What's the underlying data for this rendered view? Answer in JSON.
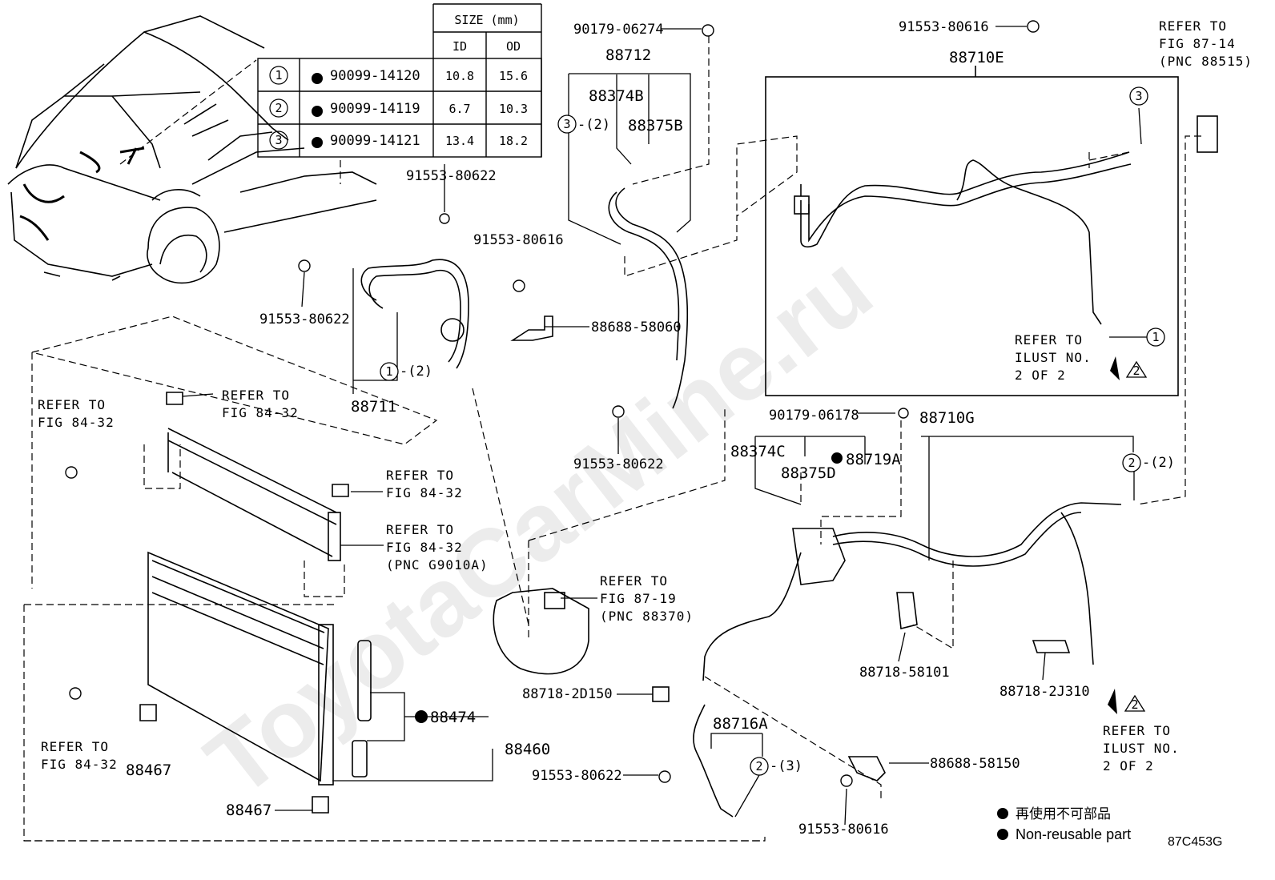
{
  "watermark": "ToyotaCarMine.ru",
  "size_table": {
    "header": "SIZE (mm)",
    "col_id": "ID",
    "col_od": "OD",
    "rows": [
      {
        "num": "1",
        "part": "90099-14120",
        "id": "10.8",
        "od": "15.6"
      },
      {
        "num": "2",
        "part": "90099-14119",
        "id": "6.7",
        "od": "10.3"
      },
      {
        "num": "3",
        "part": "90099-14121",
        "id": "13.4",
        "od": "18.2"
      }
    ]
  },
  "labels": {
    "p90179_06274": "90179-06274",
    "p88712": "88712",
    "p88374B": "88374B",
    "p88375B": "88375B",
    "c3_2": "-(2)",
    "p91553_80622_a": "91553-80622",
    "p91553_80622_b": "91553-80622",
    "p91553_80622_c": "91553-80622",
    "p91553_80622_d": "91553-80622",
    "p91553_80616_a": "91553-80616",
    "p91553_80616_b": "91553-80616",
    "p91553_80616_c": "91553-80616",
    "p88688_58060": "88688-58060",
    "p88711": "88711",
    "c1_2": "-(2)",
    "p88710E": "88710E",
    "p90179_06178": "90179-06178",
    "p88710G": "88710G",
    "p88374C": "88374C",
    "p88375D": "88375D",
    "p88719A": "88719A",
    "c2_2": "-(2)",
    "p88718_58101": "88718-58101",
    "p88718_2J310": "88718-2J310",
    "p88718_2D150": "88718-2D150",
    "p88716A": "88716A",
    "c2_3": "-(3)",
    "p88688_58150": "88688-58150",
    "p88474": "88474",
    "p88460": "88460",
    "p88467_a": "88467",
    "p88467_b": "88467",
    "num1": "1",
    "num2": "2",
    "num3": "3"
  },
  "refers": {
    "r_fig8714_1": "REFER TO",
    "r_fig8714_2": "FIG 87-14",
    "r_fig8714_3": "(PNC 88515)",
    "r_fig8432a_1": "REFER TO",
    "r_fig8432a_2": "FIG 84-32",
    "r_fig8432b_1": "REFER TO",
    "r_fig8432b_2": "FIG 84-32",
    "r_fig8432c_1": "REFER TO",
    "r_fig8432c_2": "FIG 84-32",
    "r_fig8432d_1": "REFER TO",
    "r_fig8432d_2": "FIG 84-32",
    "r_fig8432d_3": "(PNC G9010A)",
    "r_fig8432e_1": "REFER TO",
    "r_fig8432e_2": "FIG 84-32",
    "r_fig8719_1": "REFER TO",
    "r_fig8719_2": "FIG 87-19",
    "r_fig8719_3": "(PNC 88370)",
    "r_ilust1_1": "REFER TO",
    "r_ilust1_2": "ILUST NO.",
    "r_ilust1_3": "2 OF 2",
    "r_ilust2_1": "REFER TO",
    "r_ilust2_2": "ILUST NO.",
    "r_ilust2_3": "2 OF 2",
    "tri": "2"
  },
  "legend": {
    "jp": "再使用不可部品",
    "en": "Non-reusable part"
  },
  "figure_code": "87C453G"
}
